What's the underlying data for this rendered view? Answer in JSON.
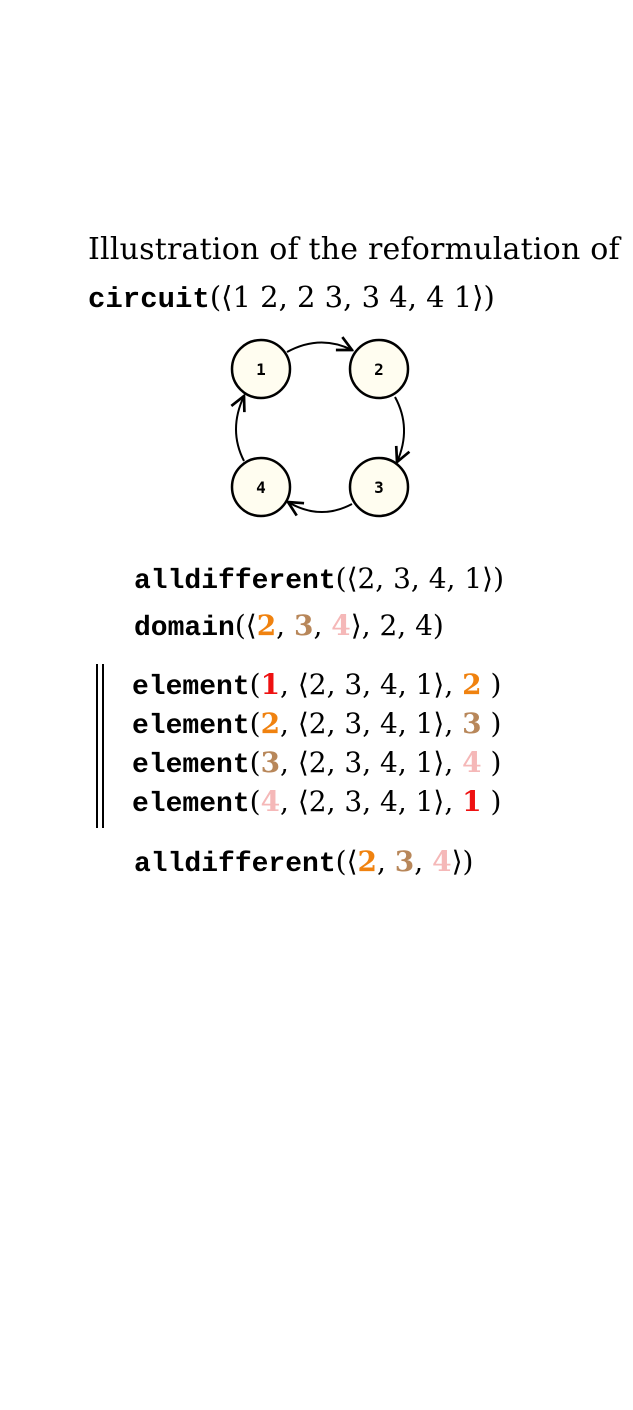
{
  "title": {
    "line1": "Illustration of the reformulation of",
    "line2_fn": "circuit",
    "line2_args": "(⟨1 2,  2 3,  3 4,  4 1⟩)"
  },
  "graph": {
    "nodes": [
      {
        "label": "1",
        "color": "#fffdf0"
      },
      {
        "label": "2",
        "color": "#fffdf0"
      },
      {
        "label": "3",
        "color": "#fffdf0"
      },
      {
        "label": "4",
        "color": "#fffdf0"
      }
    ],
    "edges": [
      [
        "1",
        "2"
      ],
      [
        "2",
        "3"
      ],
      [
        "3",
        "4"
      ],
      [
        "4",
        "1"
      ]
    ]
  },
  "colors": {
    "v1": "#ee1111",
    "v2": "#f0820f",
    "v3": "#b8875a",
    "v4": "#f5b8b8"
  },
  "alldiff1": {
    "fn": "alldifferent",
    "args": "(⟨2, 3, 4, 1⟩)"
  },
  "domain": {
    "fn": "domain",
    "open": "(⟨",
    "a": "2",
    "b": "3",
    "c": "4",
    "close": "⟩, 2, 4)"
  },
  "elements": [
    {
      "fn": "element",
      "index": "1",
      "list": ", ⟨2, 3, 4, 1⟩,  ",
      "value": "2",
      "close": " )"
    },
    {
      "fn": "element",
      "index": "2",
      "list": ", ⟨2, 3, 4, 1⟩,  ",
      "value": "3",
      "close": " )"
    },
    {
      "fn": "element",
      "index": "3",
      "list": ", ⟨2, 3, 4, 1⟩,  ",
      "value": "4",
      "close": " )"
    },
    {
      "fn": "element",
      "index": "4",
      "list": ", ⟨2, 3, 4, 1⟩,  ",
      "value": "1",
      "close": " )"
    }
  ],
  "alldiff2": {
    "fn": "alldifferent",
    "open": "(⟨",
    "a": "2",
    "b": "3",
    "c": "4",
    "close": "⟩)"
  }
}
